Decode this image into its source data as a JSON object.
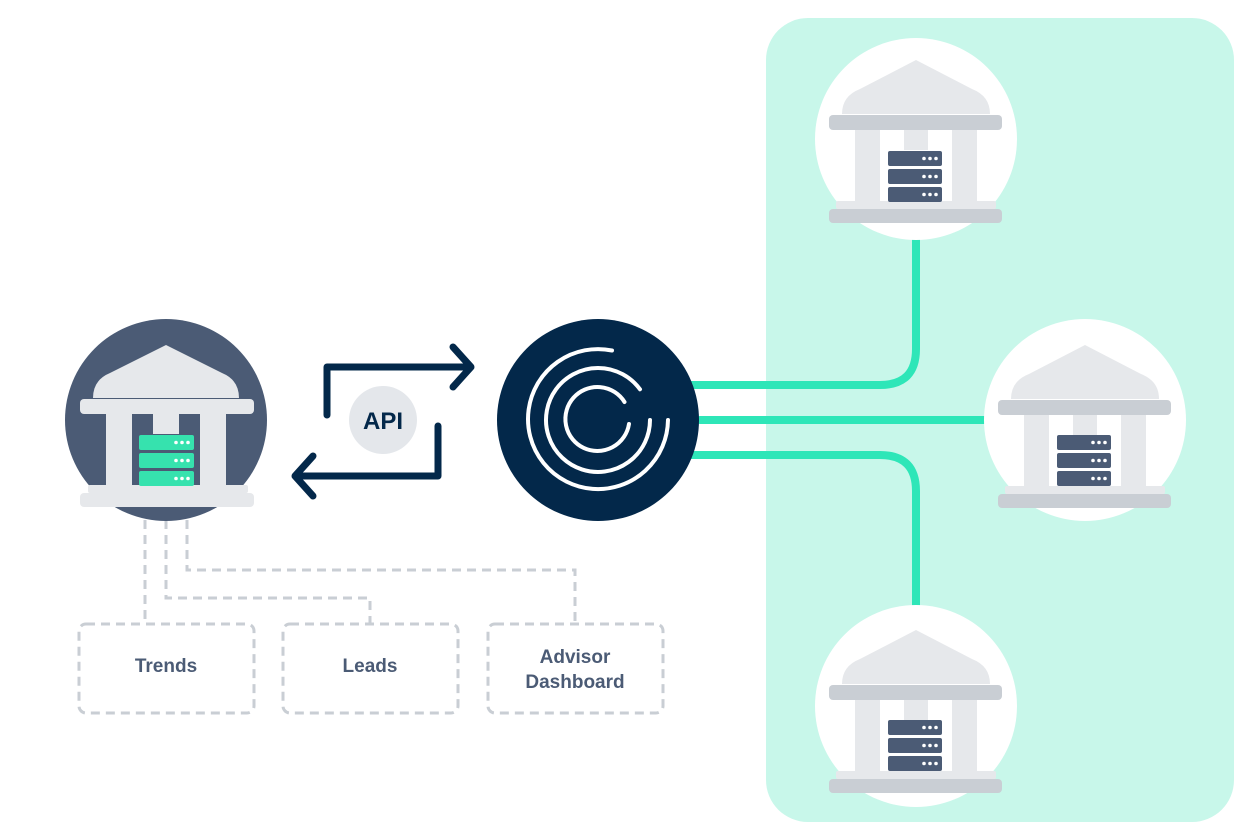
{
  "api": {
    "label": "API"
  },
  "outputs": [
    {
      "lines": [
        "Trends"
      ]
    },
    {
      "lines": [
        "Leads"
      ]
    },
    {
      "lines": [
        "Advisor",
        "Dashboard"
      ]
    }
  ],
  "colors": {
    "navy": "#03284a",
    "slate": "#4b5b75",
    "mint_panel": "#c8f7ea",
    "teal_line": "#2ee6b8",
    "green_server": "#36e2ae",
    "bank_light": "#e6e8eb",
    "bank_mid": "#c9ced4",
    "api_bubble": "#e4e7eb",
    "dashed_gray": "#c9ced4",
    "label_text": "#4b5b75"
  },
  "icons": {
    "source_bank": "bank-with-green-server-icon",
    "hub": "concentric-arcs-logo-icon",
    "partner_banks": "bank-with-dark-server-icon",
    "exchange": "two-way-arrows-icon"
  }
}
